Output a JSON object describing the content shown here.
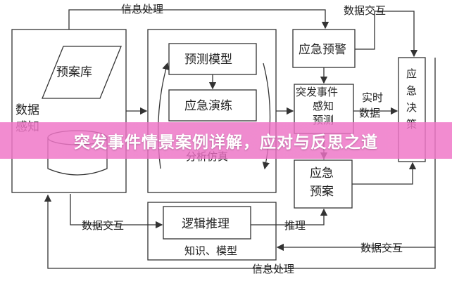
{
  "banner": {
    "title": "突发事件情景案例详解，应对与反思之道"
  },
  "diagram": {
    "top_info_processing": "信息处理",
    "top_data_interaction": "数据交互",
    "scenario_library": "预案库",
    "data_perception_1": "数据",
    "data_perception_2": "感知",
    "prediction_model": "预测模型",
    "emergency_drill": "应急演练",
    "analysis_simulation": "分析仿真",
    "emergency_warning": "应急预警",
    "event_perception_1": "突发事件",
    "event_perception_2": "感知",
    "event_perception_3": "预测",
    "realtime_data_1": "实时",
    "realtime_data_2": "数据",
    "emergency_decision_1": "应",
    "emergency_decision_2": "急",
    "emergency_decision_3": "决",
    "emergency_decision_4": "策",
    "emergency_plan_1": "应急",
    "emergency_plan_2": "预案",
    "left_data_interaction": "数据交互",
    "logical_reasoning": "逻辑推理",
    "reasoning": "推理",
    "knowledge_model": "知识、模型",
    "right_data_interaction": "数据交互",
    "bottom_info_processing": "信息处理"
  }
}
